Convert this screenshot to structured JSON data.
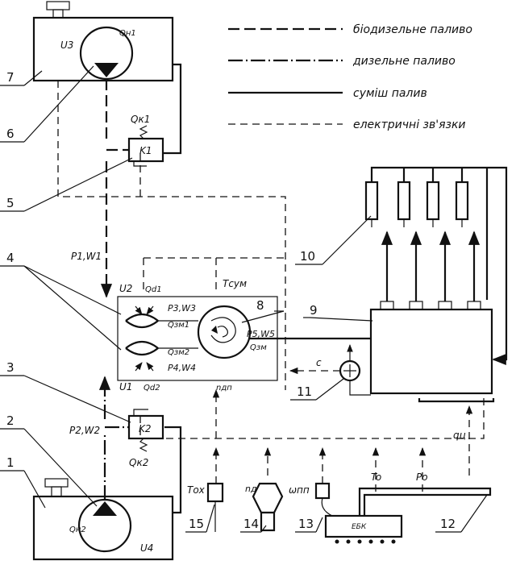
{
  "legend": [
    {
      "label": "біодизельне паливо",
      "line": "biodiesel"
    },
    {
      "label": "дизельне паливо",
      "line": "diesel"
    },
    {
      "label": "суміш палив",
      "line": "mixture"
    },
    {
      "label": "електричні зв'язки",
      "line": "electric"
    }
  ],
  "components": [
    {
      "num": "1"
    },
    {
      "num": "2"
    },
    {
      "num": "3"
    },
    {
      "num": "4"
    },
    {
      "num": "5"
    },
    {
      "num": "6"
    },
    {
      "num": "7"
    },
    {
      "num": "8"
    },
    {
      "num": "9"
    },
    {
      "num": "10"
    },
    {
      "num": "11"
    },
    {
      "num": "12"
    },
    {
      "num": "13"
    },
    {
      "num": "14"
    },
    {
      "num": "15"
    }
  ],
  "labels": {
    "u3": "U3",
    "u2": "U2",
    "u1": "U1",
    "u4": "U4",
    "qn1": "Qн1",
    "qn2": "Qн2",
    "qk1": "Qк1",
    "qk2": "Qк2",
    "k1": "K1",
    "k2": "K2",
    "qd1": "Qd1",
    "qd2": "Qd2",
    "p1w1": "P1,W1",
    "p2w2": "P2,W2",
    "p3w3": "P3,W3",
    "p4w4": "P4,W4",
    "p5w5": "P5,W5",
    "qzm1": "Qзм1",
    "qzm2": "Qзм2",
    "qzm": "Qзм",
    "tsum": "Tсум",
    "ndp": "nдп",
    "c": "c",
    "qts": "qц",
    "to": "To",
    "po": "Po",
    "tox": "Tох",
    "ng": "nд",
    "wpp": "ωпп",
    "ebk": "ЕБК"
  }
}
